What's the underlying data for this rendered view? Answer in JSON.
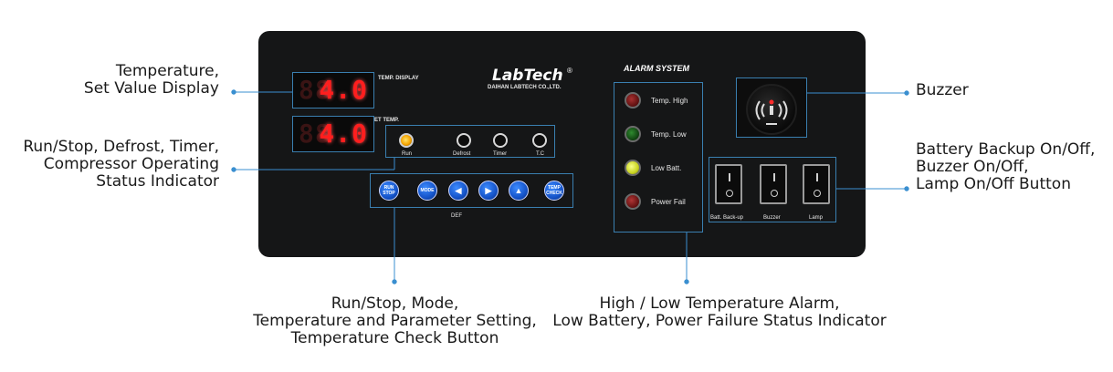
{
  "callouts": {
    "temperature_display": "Temperature,\nSet Value Display",
    "run_stop_indicator": "Run/Stop, Defrost, Timer,\nCompressor Operating\nStatus Indicator",
    "control_buttons": "Run/Stop, Mode,\nTemperature and Parameter Setting,\nTemperature Check Button",
    "alarm_indicator": "High / Low Temperature Alarm,\nLow Battery, Power Failure Status Indicator",
    "buzzer": "Buzzer",
    "switches": "Battery Backup On/Off,\nBuzzer On/Off,\nLamp  On/Off Button"
  },
  "panel": {
    "brand": "LabTech",
    "brand_mark": "®",
    "brand_sub": "DAIHAN LABTECH CO.,LTD.",
    "temp_display_label": "TEMP. DISPLAY",
    "set_temp_label": "SET TEMP.",
    "temp_display_value": "4.0",
    "set_temp_value": "4.0",
    "ghost_digits": "88",
    "indicators": [
      "Run",
      "Defrost",
      "Timer",
      "T.C"
    ],
    "buttons": [
      "RUN\nSTOP",
      "MODE",
      "◀",
      "▶",
      "▲",
      "TEMP\nCHECK"
    ],
    "buttons_footer": "DEF",
    "alarm_title": "ALARM SYSTEM",
    "alarms": [
      "Temp. High",
      "Temp. Low",
      "Low Batt.",
      "Power Fail"
    ],
    "switches": [
      "Batt. Back-up",
      "Buzzer",
      "Lamp"
    ]
  },
  "colors": {
    "panel": "#151617",
    "digit": "#ff1e1e",
    "accent_line": "#3a7fb0",
    "button": "#1554c9"
  }
}
